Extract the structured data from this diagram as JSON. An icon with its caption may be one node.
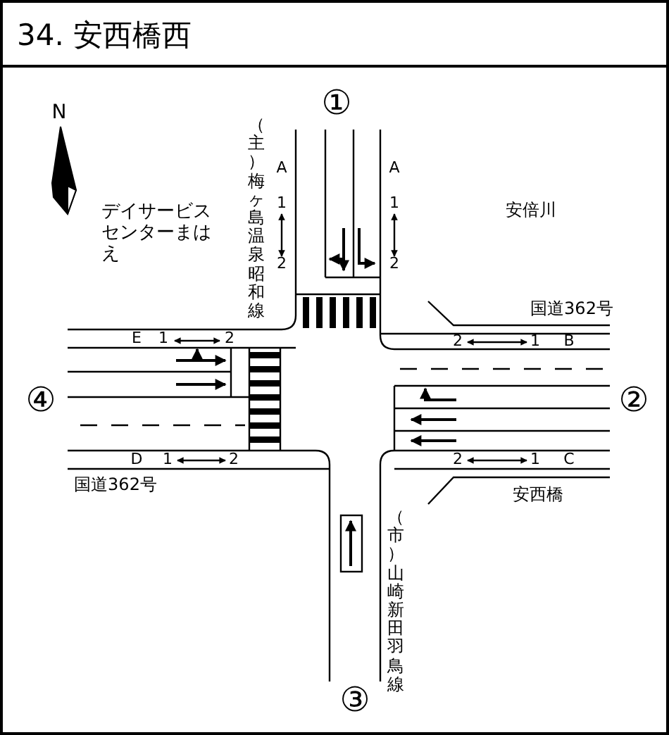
{
  "diagram": {
    "title": "34. 安西橋西",
    "nodes": [
      {
        "text": [
          "国道362号"
        ]
      },
      {
        "text": [
          "安西橋"
        ]
      }
    ],
    "edges": [
      {
        "from": 0,
        "to": null,
        "arrow": "none"
      },
      {
        "from": 1,
        "to": null,
        "arrow": "none"
      }
    ],
    "labels": [
      "N",
      "①",
      "（主）梅ヶ島温泉昭和線",
      "A",
      "1",
      "2",
      "A",
      "1",
      "2",
      "デイサービスセンターまはえ",
      "安倍川",
      "E",
      "1",
      "2",
      "2",
      "1",
      "B",
      "④",
      "②",
      "D",
      "1",
      "2",
      "2",
      "1",
      "C",
      "国道362号",
      "（市）山崎新田羽鳥線",
      "③"
    ]
  }
}
